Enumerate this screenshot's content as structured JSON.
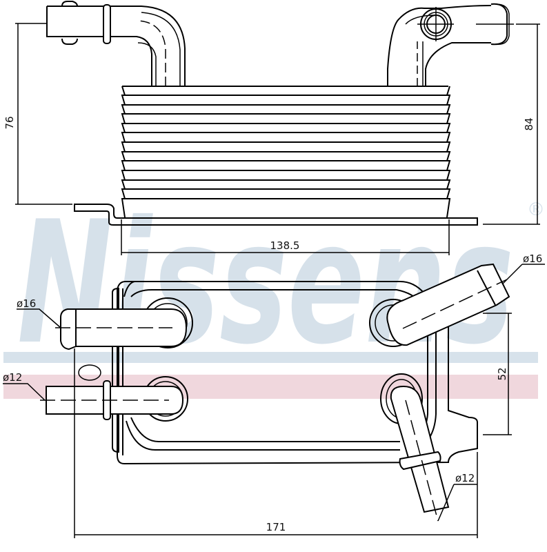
{
  "watermark": {
    "brand": "Nissens",
    "registered_mark": "®",
    "colors": {
      "logo": "#d6e1ea",
      "stripe_blue": "#d7e2eb",
      "stripe_pink": "#f0d7dd"
    }
  },
  "drawing": {
    "subject": "oil cooler technical drawing",
    "line_color": "#000000",
    "top_view": {
      "fin_count": 13
    }
  },
  "dimensions": {
    "height_left": "76",
    "height_right": "84",
    "core_width": "138.5",
    "overall_width": "171",
    "port_spacing": "52",
    "diameter_upper_left": "ø16",
    "diameter_lower_left": "ø12",
    "diameter_upper_right": "ø16",
    "diameter_lower_right": "ø12"
  }
}
